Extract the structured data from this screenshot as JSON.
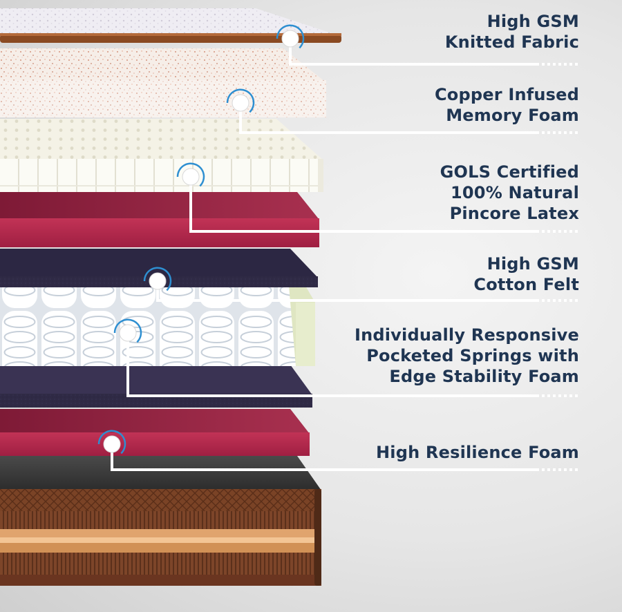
{
  "colors": {
    "label_text": "#1f3552",
    "leader_line": "#ffffff",
    "marker_ring": "#2e8fd1",
    "knitted_fabric": "#eceaf0",
    "knitted_border": "#8a4a22",
    "memory_foam": "#f5ede6",
    "latex": "#f3f0e2",
    "hr_foam_red": "#b0254a",
    "felt": "#2f2a45",
    "springs": "#ffffff",
    "edge_foam": "#dfe6c2",
    "base_brown": "#6b3a22"
  },
  "layers": [
    {
      "id": "knitted-fabric",
      "icon": "marker-ring-icon",
      "lines": [
        "High GSM",
        "Knitted Fabric"
      ]
    },
    {
      "id": "memory-foam",
      "icon": "marker-ring-icon",
      "lines": [
        "Copper Infused",
        "Memory Foam"
      ]
    },
    {
      "id": "latex",
      "icon": "marker-ring-icon",
      "lines": [
        "GOLS Certified",
        "100% Natural",
        "Pincore Latex"
      ]
    },
    {
      "id": "cotton-felt",
      "icon": "marker-ring-icon",
      "lines": [
        "High GSM",
        "Cotton Felt"
      ]
    },
    {
      "id": "pocketed-springs",
      "icon": "marker-ring-icon",
      "lines": [
        "Individually Responsive",
        "Pocketed Springs with",
        "Edge Stability Foam"
      ]
    },
    {
      "id": "hr-foam",
      "icon": "marker-ring-icon",
      "lines": [
        "High Resilience Foam"
      ]
    }
  ]
}
